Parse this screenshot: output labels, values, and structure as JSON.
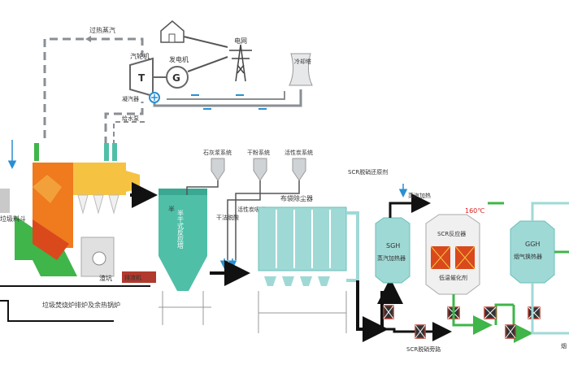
{
  "labels": {
    "superheated_steam": "过热蒸汽",
    "turbine": "汽轮机",
    "generator": "发电机",
    "grid": "电网",
    "cooling_tower": "冷却塔",
    "condenser": "凝汽器",
    "feed_pump": "给水泵",
    "turbine_symbol": "T",
    "generator_symbol": "G",
    "limestone_system": "石灰浆系统",
    "dry_powder_system": "干粉系统",
    "activated_carbon_system": "活性炭系统",
    "semi_dry_reactor": "半干式反应塔",
    "dry_method_deacid": "干法脱酸",
    "activated_carbon_adsorb": "活性炭吸附",
    "bag_filter": "布袋除尘器",
    "scr_denox_agent": "SCR脱硝还原剂",
    "steam_heat": "蒸汽加热",
    "temp_160": "160℃",
    "sgh_title": "SGH",
    "sgh_name": "蒸汽加热器",
    "scr_reactor": "SCR反应器",
    "catalyst": "低温催化剂",
    "ggh_title": "GGH",
    "ggh_name": "烟气换热器",
    "feed_material": "垃圾料斗",
    "slag": "渣坑",
    "hot_water_pump": "排渣机",
    "boiler_caption": "垃圾焚烧炉排炉及余热锅炉",
    "scr_bypass": "SCR脱硝旁路",
    "chimney": "烟"
  },
  "colors": {
    "arrow_black": "#111111",
    "pipe_grey": "#8a8f94",
    "steam_blue": "#2a8fd0",
    "teal_equipment": "#4fbfa8",
    "furnace_orange": "#f07a1e",
    "boiler_yellow": "#f5c242",
    "flue_green": "#3fb54a",
    "light_teal": "#9fd9d6",
    "temp_red": "#d81e1e"
  }
}
